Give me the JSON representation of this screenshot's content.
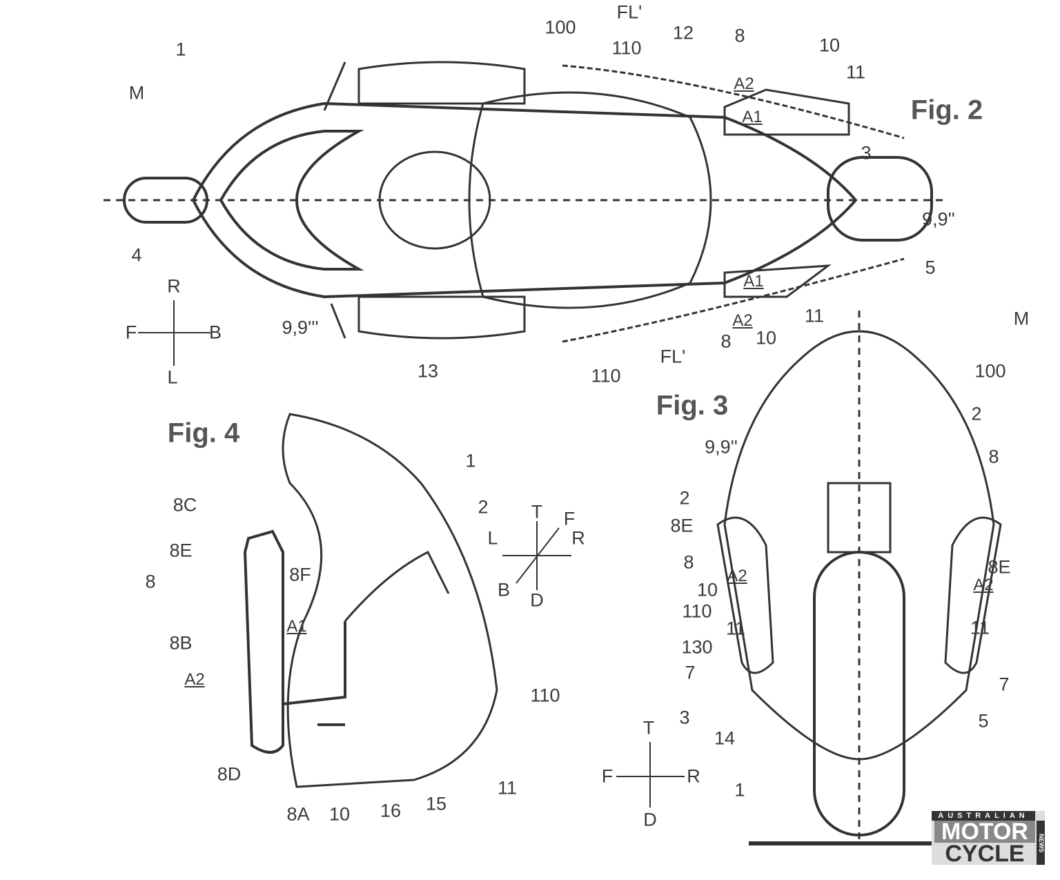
{
  "fig2": {
    "title": "Fig. 2",
    "labels": [
      "1",
      "M",
      "4",
      "100",
      "FL'",
      "110",
      "12",
      "8",
      "10",
      "11",
      "A2",
      "A1",
      "3",
      "9,9''",
      "5",
      "A1",
      "11",
      "A2",
      "10",
      "8",
      "M",
      "FL'",
      "110",
      "13",
      "9,9'''",
      "R",
      "F",
      "B",
      "L"
    ]
  },
  "fig3": {
    "title": "Fig. 3",
    "labels": [
      "100",
      "2",
      "9,9''",
      "8",
      "2",
      "8E",
      "8",
      "8E",
      "A2",
      "A2",
      "10",
      "110",
      "11",
      "11",
      "130",
      "7",
      "7",
      "3",
      "5",
      "14",
      "1",
      "T",
      "F",
      "R",
      "D"
    ]
  },
  "fig4": {
    "title": "Fig. 4",
    "labels": [
      "1",
      "2",
      "T",
      "F",
      "L",
      "R",
      "B",
      "D",
      "8C",
      "8E",
      "8",
      "8F",
      "A1",
      "8B",
      "A2",
      "110",
      "8D",
      "11",
      "15",
      "16",
      "8A",
      "10"
    ]
  },
  "logo": {
    "top": "AUSTRALIAN",
    "line1": "MOTOR",
    "line2": "CYCLE",
    "side": "NEWS"
  }
}
